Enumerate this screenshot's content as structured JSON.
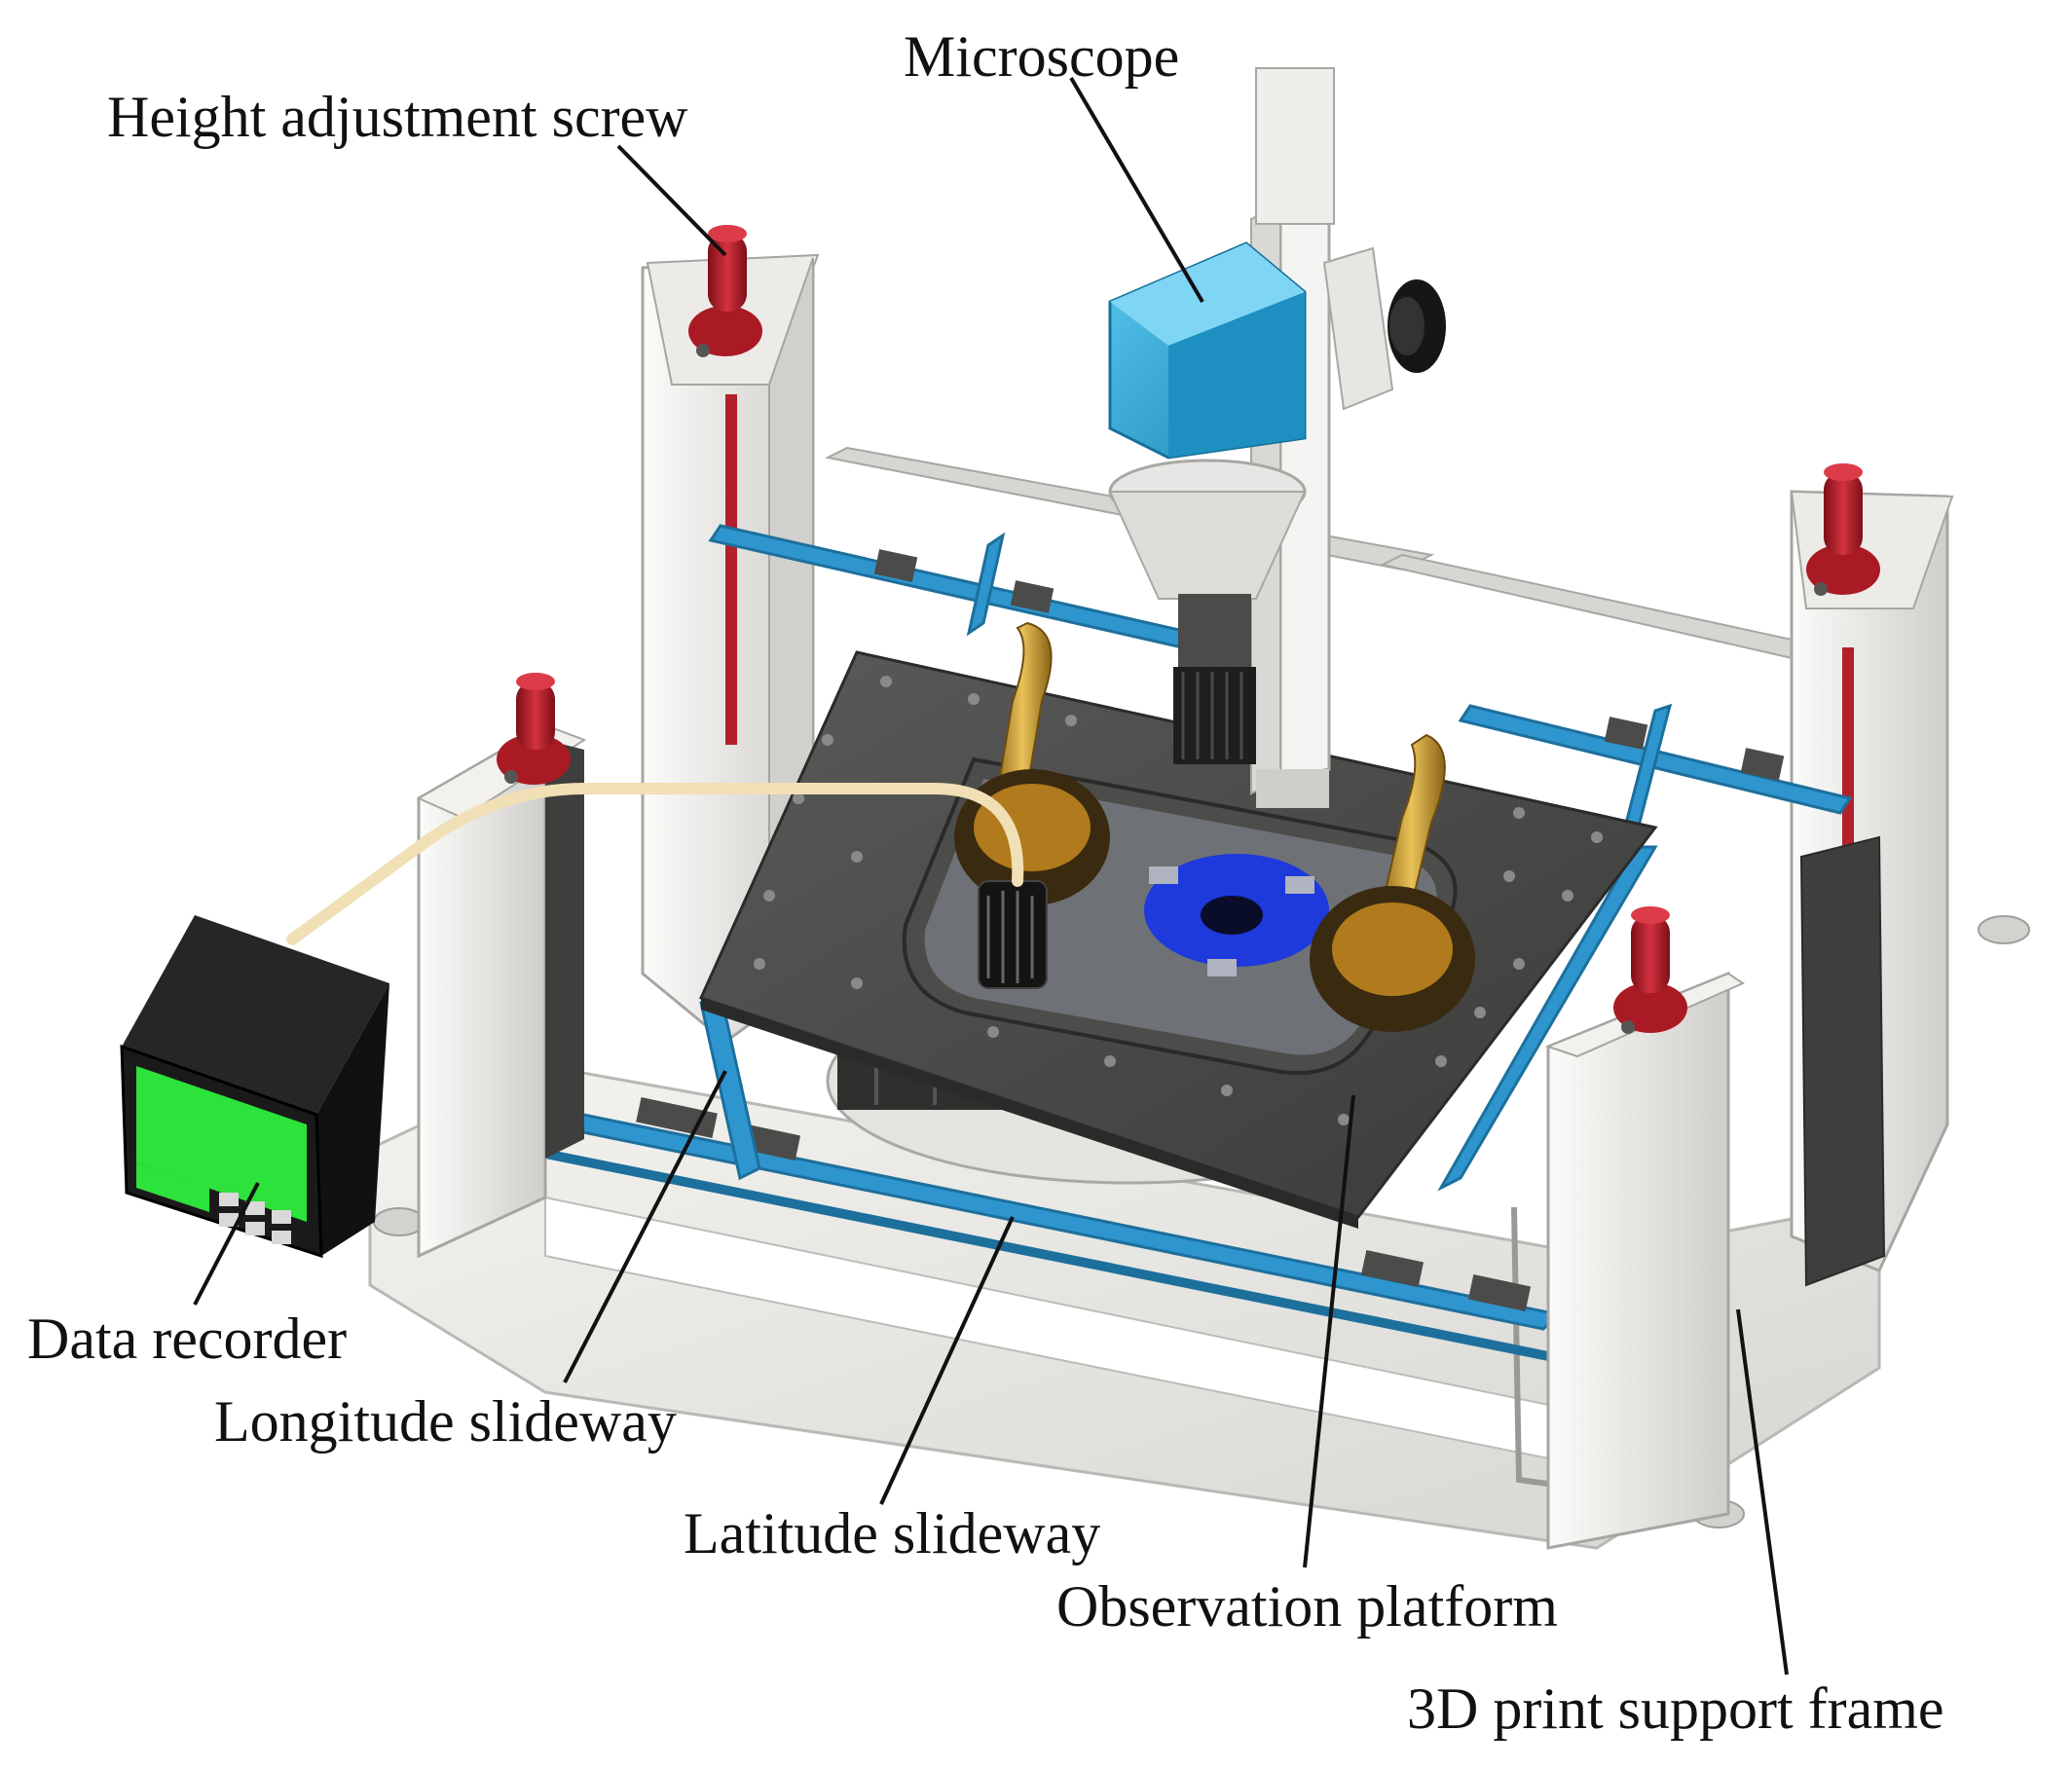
{
  "labels": {
    "microscope": "Microscope",
    "height_screw": "Height adjustment screw",
    "data_recorder": "Data recorder",
    "longitude_slideway": "Longitude slideway",
    "latitude_slideway": "Latitude slideway",
    "observation_platform": "Observation platform",
    "support_frame": "3D print support frame"
  },
  "colors": {
    "frame": "#e9e8e4",
    "frame_shade": "#c9c8c4",
    "rail_blue": "#2f95cf",
    "rail_dark": "#1d6f9c",
    "platform": "#4a4a48",
    "microscope_body": "#2ea9d8",
    "screw_red": "#b81f2a",
    "recorder_screen": "#2de23a",
    "sample_blue": "#1533e8",
    "gold": "#c9a03a"
  }
}
